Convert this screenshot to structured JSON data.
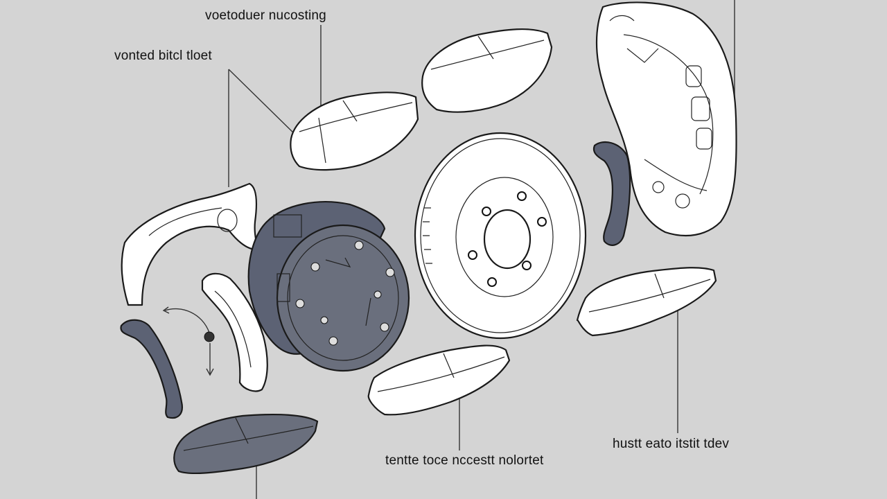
{
  "labels": {
    "top": "voetoduer nucosting",
    "upper_left": "vonted bitcl tloet",
    "bottom_center": "tentte toce  nccestt nolortet",
    "bottom_right": "hustt eato itstit tdev"
  },
  "colors": {
    "background": "#d4d4d4",
    "part_fill": "#ffffff",
    "drum_fill": "#5c6274",
    "dark_pad": "#6a6f7d",
    "line": "#1a1a1a"
  }
}
